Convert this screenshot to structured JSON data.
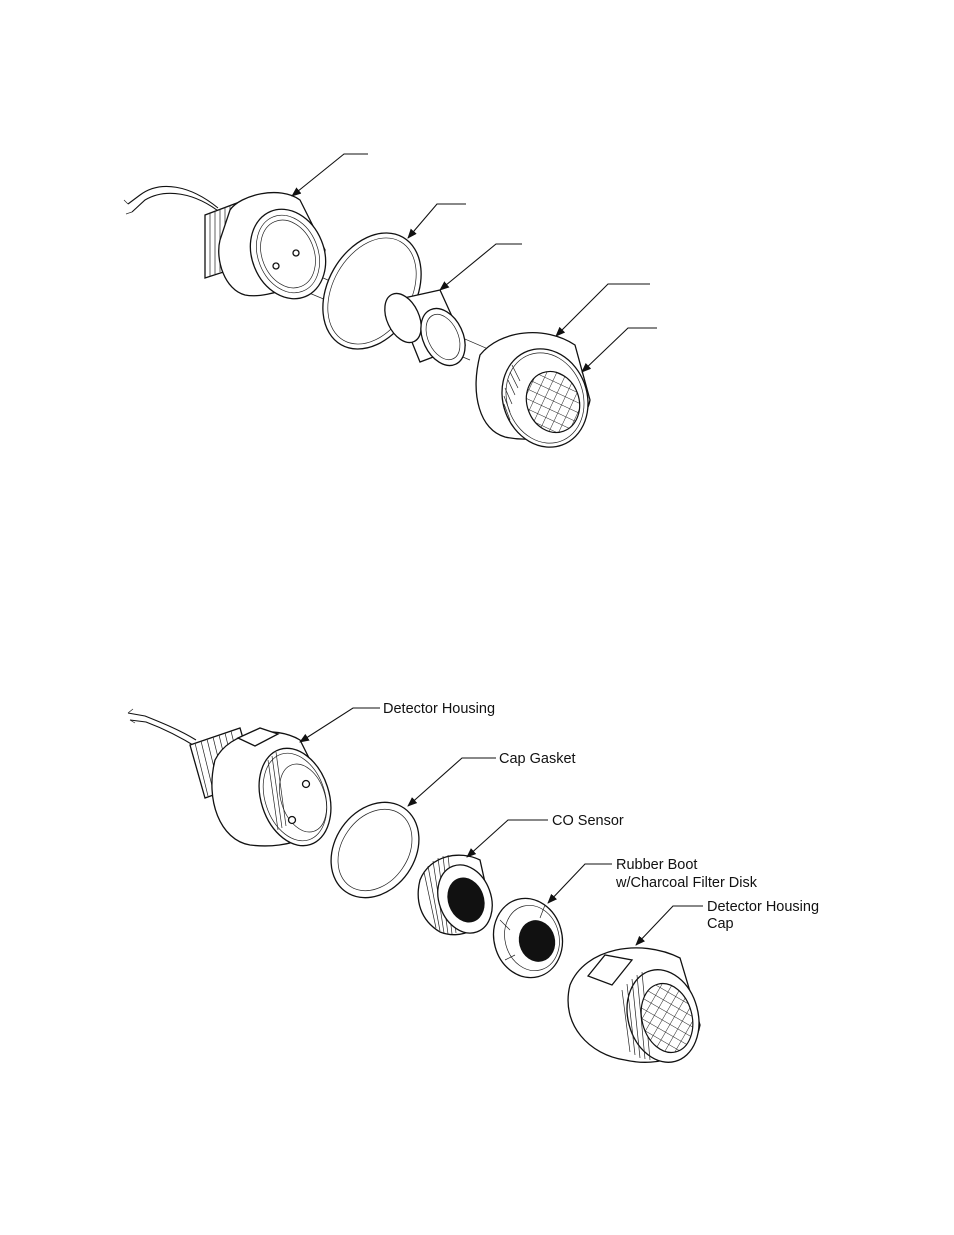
{
  "figure_top": {
    "title": "",
    "callouts": [
      "",
      "",
      "",
      "",
      ""
    ]
  },
  "figure_bottom": {
    "title": "",
    "labels": {
      "detector_housing": "Detector Housing",
      "cap_gasket": "Cap Gasket",
      "co_sensor": "CO Sensor",
      "rubber_boot_line1": "Rubber Boot",
      "rubber_boot_line2": "w/Charcoal Filter Disk",
      "housing_cap_line1": "Detector Housing",
      "housing_cap_line2": "Cap"
    }
  },
  "colors": {
    "ink": "#111111",
    "paper": "#ffffff"
  }
}
